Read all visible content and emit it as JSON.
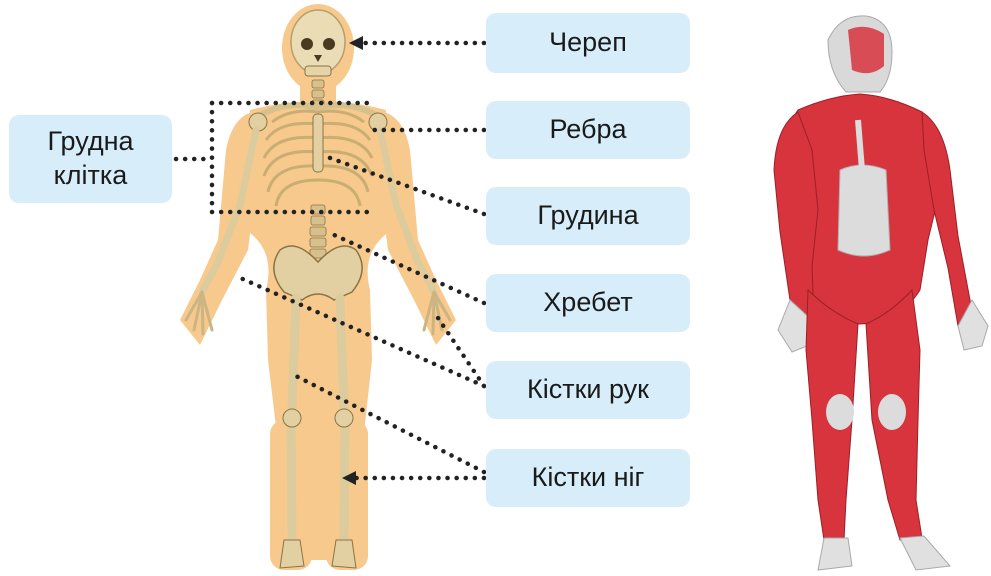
{
  "labels": {
    "skull": "Череп",
    "ribs": "Ребра",
    "sternum": "Грудина",
    "spine": "Хребет",
    "arm_bones": "Кістки рук",
    "leg_bones": "Кістки ніг",
    "chest_line1": "Грудна",
    "chest_line2": "клітка"
  },
  "colors": {
    "label_bg": "#d7eefa",
    "body_outline": "#f7c98d",
    "bone": "#eadcb4",
    "muscle": "#d7343d",
    "tendon": "#dcdcdc",
    "pointer": "#222222"
  }
}
